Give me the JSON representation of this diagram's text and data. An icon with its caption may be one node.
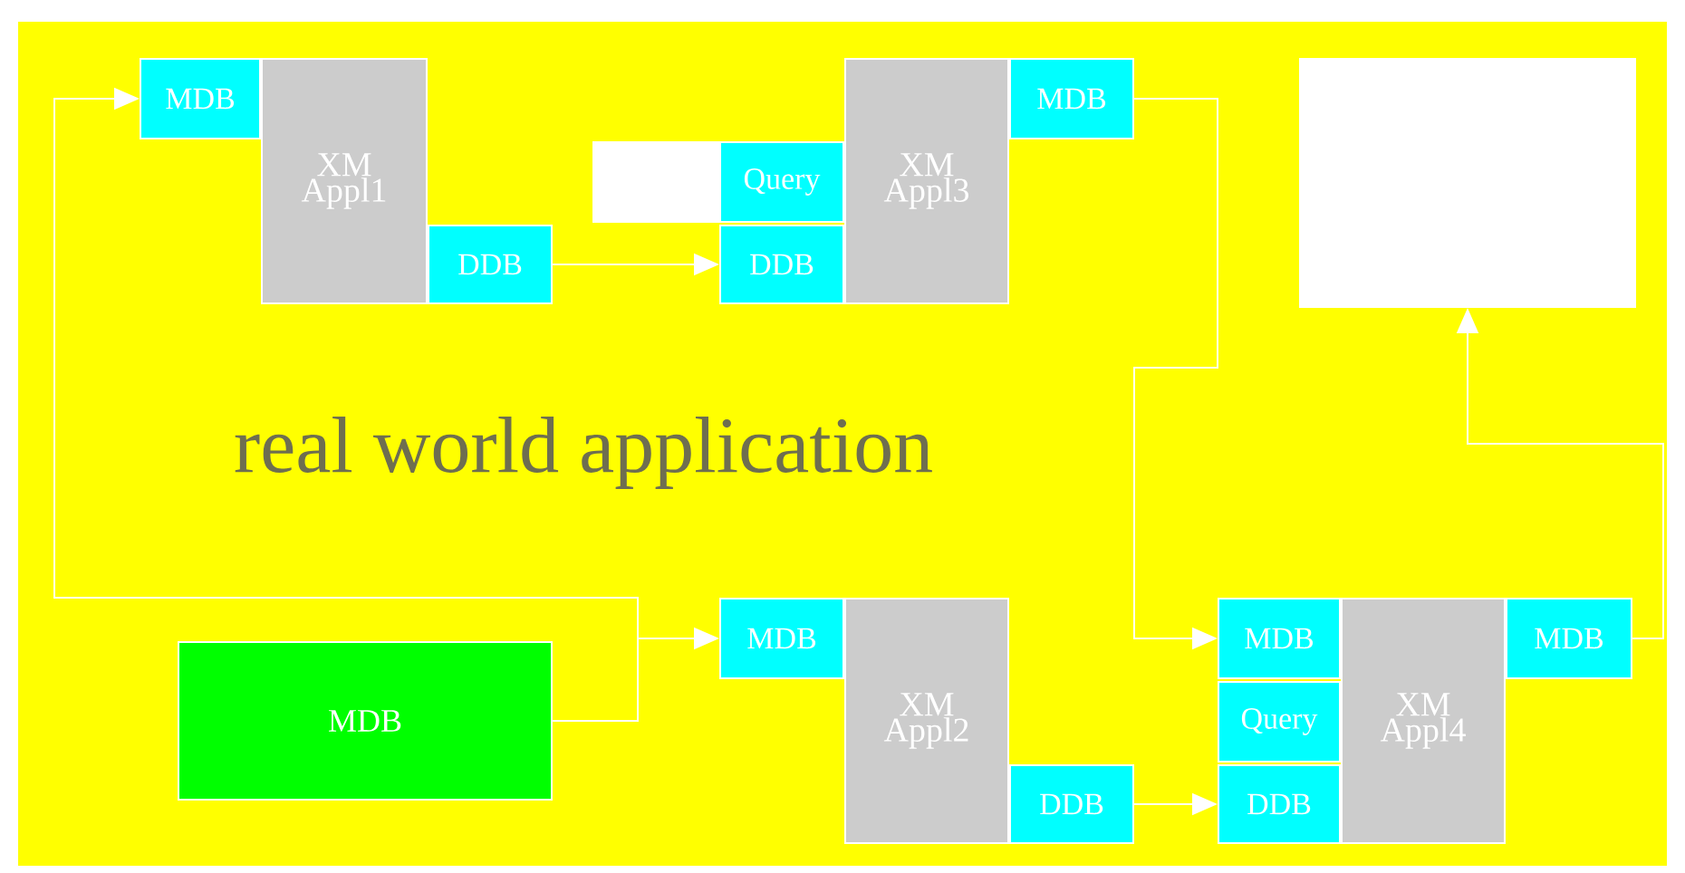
{
  "diagram": {
    "nodes": [
      {
        "text": [
          "XM Appl1"
        ]
      },
      {
        "text": [
          "MDB"
        ]
      },
      {
        "text": [
          "DDB"
        ]
      },
      {
        "text": [
          "XM Appl3"
        ]
      },
      {
        "text": [
          "Query"
        ]
      },
      {
        "text": [
          "DDB"
        ]
      },
      {
        "text": [
          "MDB"
        ]
      },
      {
        "text": [],
        "shape": "box"
      },
      {
        "text": [],
        "shape": "box"
      },
      {
        "text": [
          "MDB"
        ]
      },
      {
        "text": [
          "XM Appl2"
        ]
      },
      {
        "text": [
          "MDB"
        ]
      },
      {
        "text": [
          "DDB"
        ]
      },
      {
        "text": [
          "XM Appl4"
        ]
      },
      {
        "text": [
          "MDB"
        ]
      },
      {
        "text": [
          "Query"
        ]
      },
      {
        "text": [
          "DDB"
        ]
      },
      {
        "text": [
          "MDB"
        ]
      }
    ],
    "edges": [
      {
        "from": 2,
        "to": 5,
        "arrow": "to"
      },
      {
        "from": 9,
        "to": 11,
        "arrow": "to"
      },
      {
        "from": 9,
        "to": 1,
        "arrow": "to"
      },
      {
        "from": 6,
        "to": 14,
        "arrow": "to"
      },
      {
        "from": 12,
        "to": 16,
        "arrow": "to"
      },
      {
        "from": 17,
        "to": 8,
        "arrow": "to"
      }
    ],
    "labels": [
      "real world application"
    ]
  }
}
